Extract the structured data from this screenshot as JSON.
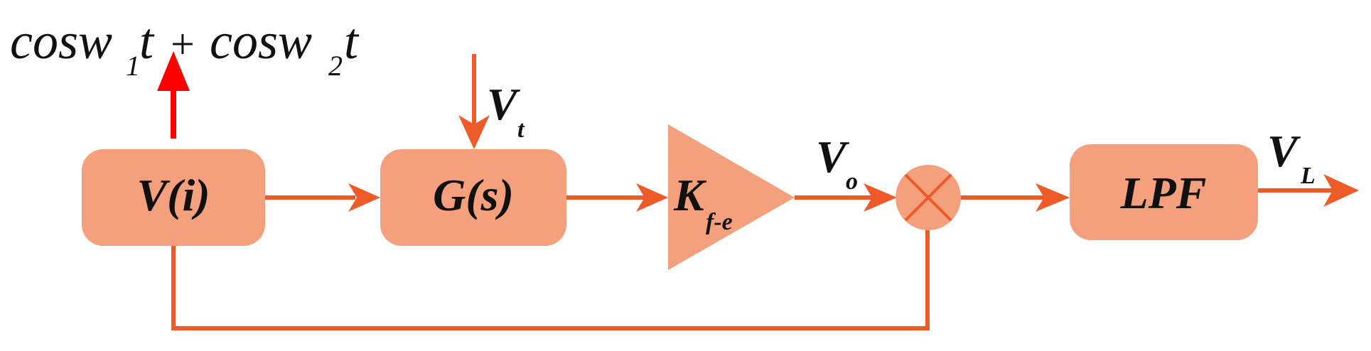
{
  "colors": {
    "block_fill": "#f4a07d",
    "line": "#ee5a28",
    "output_arrow": "#ff0000",
    "text": "#111111"
  },
  "blocks": {
    "v_block": {
      "label": "V(i)"
    },
    "g_block": {
      "label": "G(s)"
    },
    "amp": {
      "label_main": "K",
      "label_sub": "f-e"
    },
    "multiplier": {
      "symbol_icon": "multiply-cross"
    },
    "lpf_block": {
      "label": "LPF"
    }
  },
  "signals": {
    "top_output": {
      "part1": "cosw",
      "sub1": "1",
      "part2": "t",
      "op": "+",
      "part3": "cosw",
      "sub2": "2",
      "part4": "t"
    },
    "vt": {
      "main": "V",
      "sub": "t"
    },
    "vo": {
      "main": "V",
      "sub": "o"
    },
    "vl": {
      "main": "V",
      "sub": "L"
    }
  }
}
